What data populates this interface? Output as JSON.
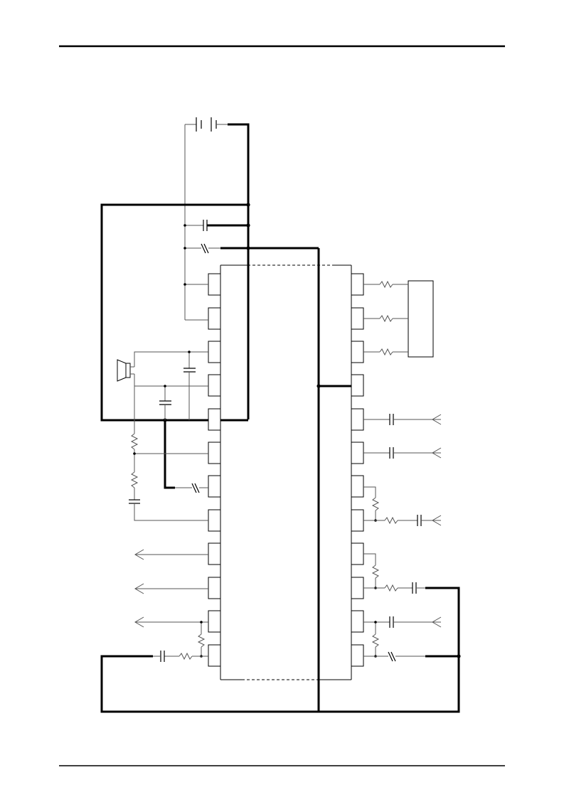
{
  "page": {
    "header_rule": true,
    "footer_rule": true
  },
  "diagram": {
    "kind": "schematic",
    "ic": {
      "left_pin_count": 12,
      "right_pin_count": 12
    },
    "colors": {
      "line": "#000000",
      "thin_line": "#555555",
      "background": "#ffffff"
    }
  }
}
